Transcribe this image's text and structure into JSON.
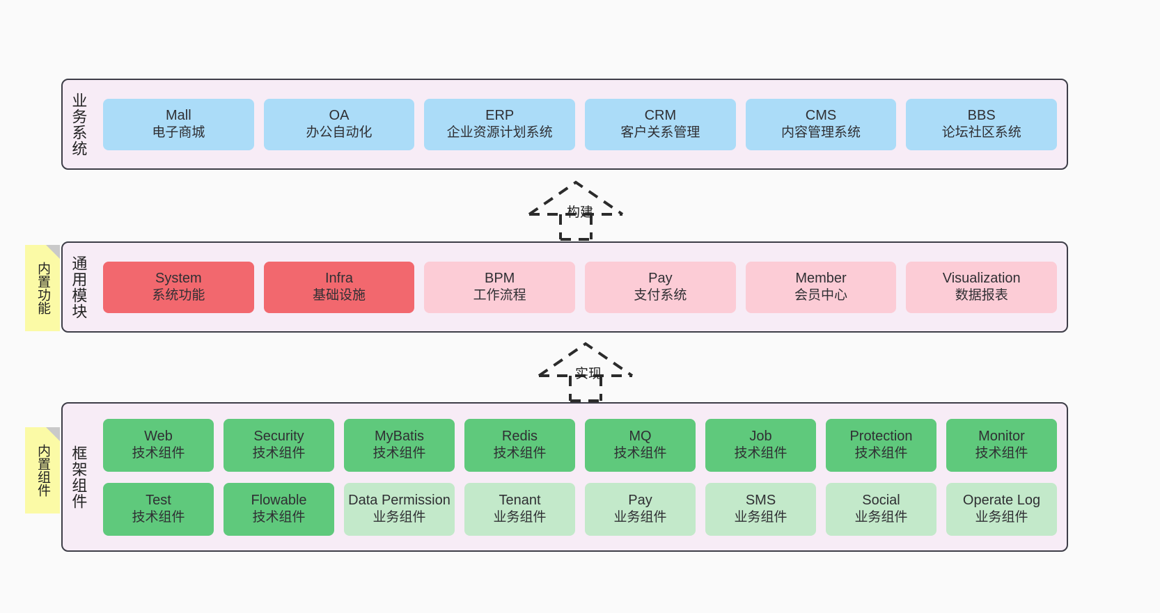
{
  "diagram": {
    "title": "",
    "background": "#fafafa",
    "colors": {
      "panel_bg": "#f7ecf6",
      "panel_border": "#3d3d47",
      "business_card": "#abdcf8",
      "common_active_card": "#f2686e",
      "common_card": "#fcccd6",
      "framework_tech_card": "#5fc97c",
      "framework_biz_card": "#c3e9ca",
      "sticky_note": "#fbfaa6",
      "sticky_fold": "#c9c9c9",
      "text": "#2f2f33"
    }
  },
  "layers": {
    "business": {
      "caption": "业务系统",
      "cards": [
        {
          "en": "Mall",
          "cn": "电子商城"
        },
        {
          "en": "OA",
          "cn": "办公自动化"
        },
        {
          "en": "ERP",
          "cn": "企业资源计划系统"
        },
        {
          "en": "CRM",
          "cn": "客户关系管理"
        },
        {
          "en": "CMS",
          "cn": "内容管理系统"
        },
        {
          "en": "BBS",
          "cn": "论坛社区系统"
        }
      ]
    },
    "common": {
      "caption": "通用模块",
      "sticky": "内置功能",
      "cards": [
        {
          "en": "System",
          "cn": "系统功能",
          "variant": "c-red"
        },
        {
          "en": "Infra",
          "cn": "基础设施",
          "variant": "c-red"
        },
        {
          "en": "BPM",
          "cn": "工作流程",
          "variant": "c-pink"
        },
        {
          "en": "Pay",
          "cn": "支付系统",
          "variant": "c-pink"
        },
        {
          "en": "Member",
          "cn": "会员中心",
          "variant": "c-pink"
        },
        {
          "en": "Visualization",
          "cn": "数据报表",
          "variant": "c-pink"
        }
      ]
    },
    "framework": {
      "caption": "框架组件",
      "sticky": "内置组件",
      "row1": [
        {
          "en": "Web",
          "cn": "技术组件",
          "variant": "c-green"
        },
        {
          "en": "Security",
          "cn": "技术组件",
          "variant": "c-green"
        },
        {
          "en": "MyBatis",
          "cn": "技术组件",
          "variant": "c-green"
        },
        {
          "en": "Redis",
          "cn": "技术组件",
          "variant": "c-green"
        },
        {
          "en": "MQ",
          "cn": "技术组件",
          "variant": "c-green"
        },
        {
          "en": "Job",
          "cn": "技术组件",
          "variant": "c-green"
        },
        {
          "en": "Protection",
          "cn": "技术组件",
          "variant": "c-green"
        },
        {
          "en": "Monitor",
          "cn": "技术组件",
          "variant": "c-green"
        }
      ],
      "row2": [
        {
          "en": "Test",
          "cn": "技术组件",
          "variant": "c-green"
        },
        {
          "en": "Flowable",
          "cn": "技术组件",
          "variant": "c-green"
        },
        {
          "en": "Data Permission",
          "cn": "业务组件",
          "variant": "c-greenlight"
        },
        {
          "en": "Tenant",
          "cn": "业务组件",
          "variant": "c-greenlight"
        },
        {
          "en": "Pay",
          "cn": "业务组件",
          "variant": "c-greenlight"
        },
        {
          "en": "SMS",
          "cn": "业务组件",
          "variant": "c-greenlight"
        },
        {
          "en": "Social",
          "cn": "业务组件",
          "variant": "c-greenlight"
        },
        {
          "en": "Operate Log",
          "cn": "业务组件",
          "variant": "c-greenlight"
        }
      ]
    }
  },
  "connectors": [
    {
      "id": "build",
      "label": "构建",
      "from": "common",
      "to": "business",
      "style": "dashed-generalization-up"
    },
    {
      "id": "impl",
      "label": "实现",
      "from": "framework",
      "to": "common",
      "style": "dashed-generalization-up"
    }
  ]
}
